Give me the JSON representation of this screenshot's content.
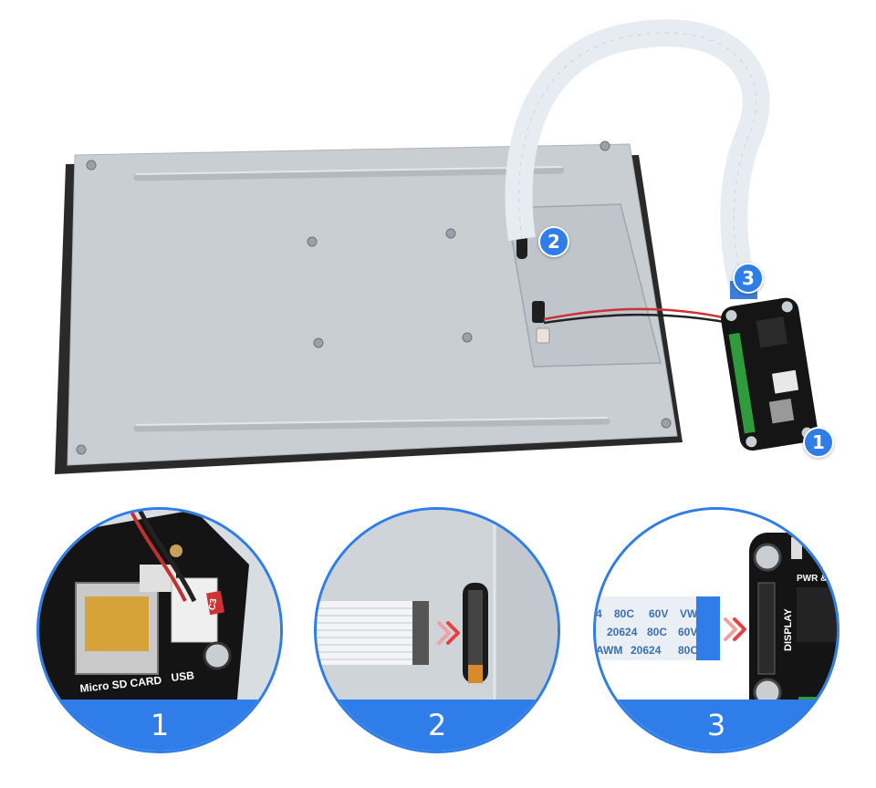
{
  "steps": [
    {
      "number": "1"
    },
    {
      "number": "2"
    },
    {
      "number": "3"
    }
  ],
  "callouts": {
    "board": "1",
    "panel_connector": "2",
    "board_connector": "3"
  },
  "board_labels": {
    "micro_sd": "Micro SD CARD",
    "usb": "USB",
    "c3": "C3",
    "display": "DISPLAY",
    "pwr": "PWR & O"
  },
  "ribbon_print": {
    "line1": [
      "4",
      "80C",
      "60V",
      "VW"
    ],
    "line2": [
      "20624",
      "80C",
      "60V"
    ],
    "line3": [
      "AWM",
      "20624",
      "80C"
    ]
  },
  "colors": {
    "accent": "#2f7de8",
    "arrow": "#e84040"
  }
}
